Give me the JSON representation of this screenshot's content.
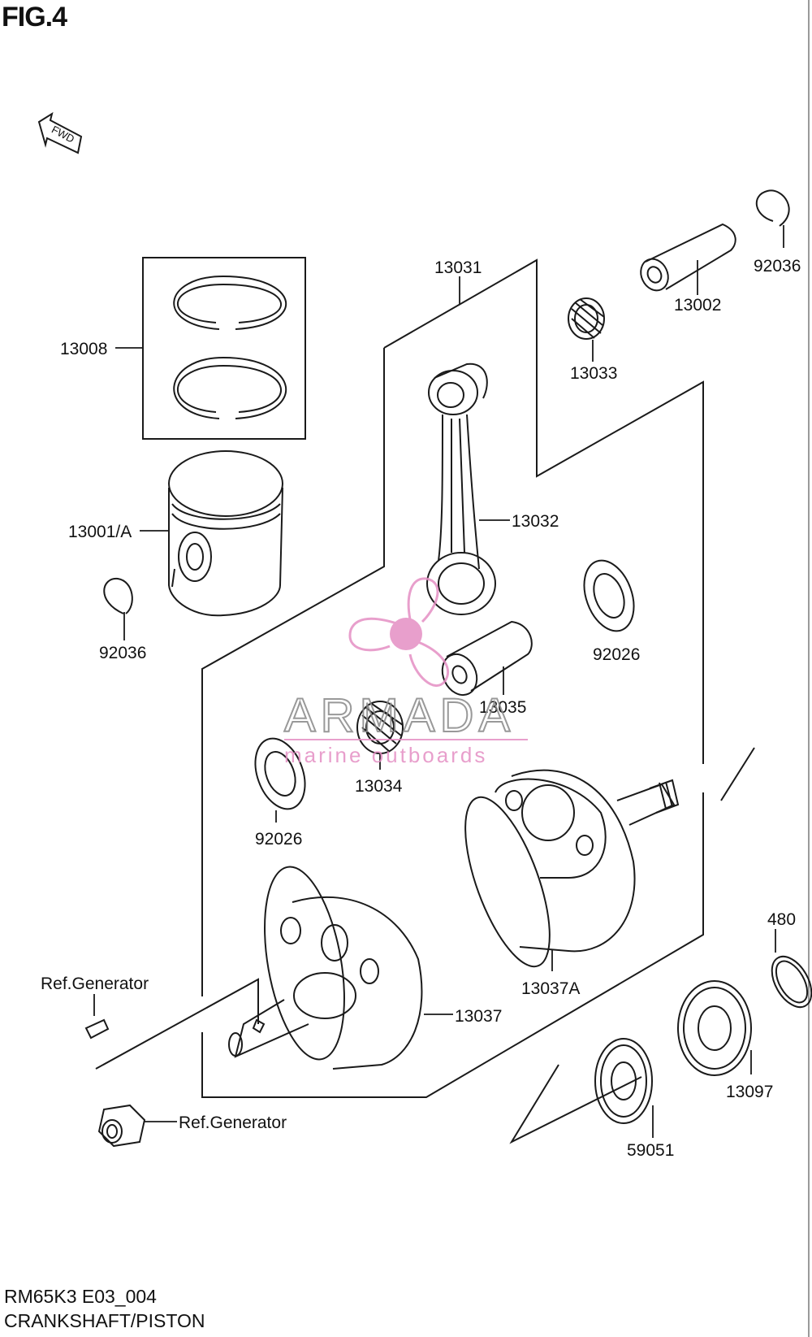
{
  "header": {
    "figure": "FIG.4"
  },
  "fwd": {
    "label": "FWD"
  },
  "footer": {
    "model": "RM65K3 E03_004",
    "caption": "CRANKSHAFT/PISTON"
  },
  "watermark": {
    "brand": "ARMADA",
    "tagline": "marine outboards",
    "color": "#e58fc4"
  },
  "callouts": {
    "p13008": "13008",
    "p13001a": "13001/A",
    "p92036_left": "92036",
    "p13031": "13031",
    "p13002": "13002",
    "p92036_right": "92036",
    "p13033": "13033",
    "p13032": "13032",
    "p92026_right": "92026",
    "p13035": "13035",
    "p13034": "13034",
    "p92026_left": "92026",
    "p13037a": "13037A",
    "p13037": "13037",
    "p480": "480",
    "p13097": "13097",
    "p59051": "59051",
    "ref_key": "Ref.Generator",
    "ref_nut": "Ref.Generator"
  }
}
